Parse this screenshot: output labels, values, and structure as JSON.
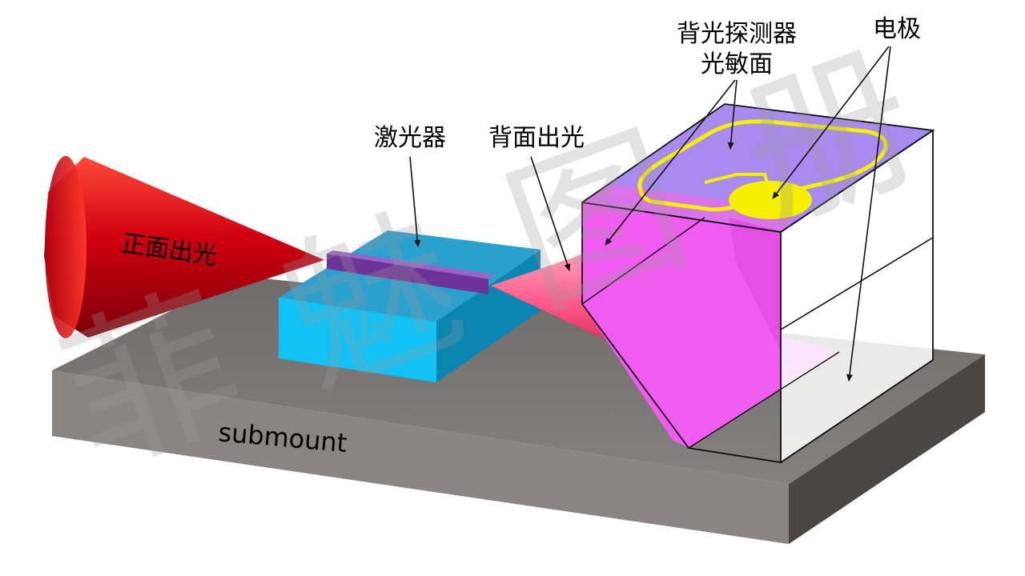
{
  "labels": {
    "laser": "激光器",
    "back_emission": "背面出光",
    "detector_line1": "背光探测器",
    "detector_line2": "光敏面",
    "electrode": "电极",
    "front_emission": "正面出光",
    "submount": "submount"
  },
  "watermark": "菲魅图册",
  "colors": {
    "beam_red": "#e60012",
    "laser_block": "#17b6e8",
    "laser_stripe": "#7a3fa0",
    "detector_pink": "#f05cf0",
    "detector_top": "#a77cf0",
    "electrode_yellow": "#f4f000",
    "submount_gray": "#7f7b7a"
  }
}
